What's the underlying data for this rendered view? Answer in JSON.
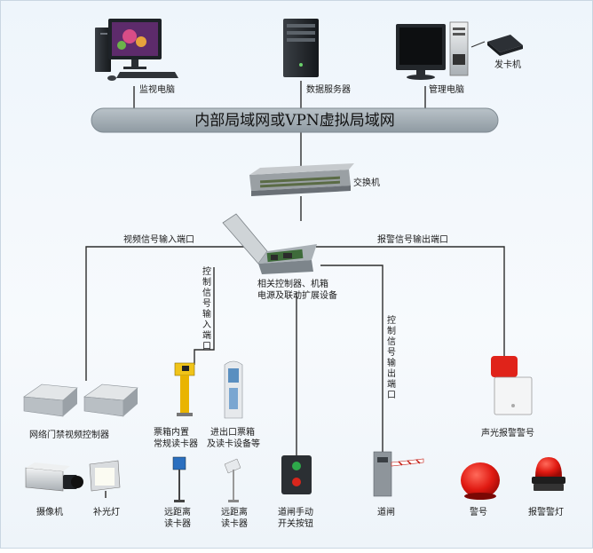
{
  "network": {
    "label": "内部局域网或VPN虚拟局域网"
  },
  "devices": {
    "monitor_pc": "监视电脑",
    "data_server": "数据服务器",
    "admin_pc": "管理电脑",
    "card_issuer": "发卡机",
    "switch": "交换机",
    "controller_line1": "相关控制器、机箱",
    "controller_line2": "电源及联动扩展设备",
    "video_controller": "网络门禁视频控制器",
    "camera": "摄像机",
    "fill_light": "补光灯",
    "ticket_box_line1": "票箱内置",
    "ticket_box_line2": "常规读卡器",
    "entry_box_line1": "进出口票箱",
    "entry_box_line2": "及读卡设备等",
    "remote_reader1_line1": "远距离",
    "remote_reader1_line2": "读卡器",
    "remote_reader2_line1": "远距离",
    "remote_reader2_line2": "读卡器",
    "gate_button_line1": "道闸手动",
    "gate_button_line2": "开关按钮",
    "barrier_gate": "道闸",
    "sound_light_alarm": "声光报警警号",
    "alarm_horn": "警号",
    "alarm_light": "报警警灯"
  },
  "ports": {
    "video_input": "视频信号输入端口",
    "alarm_output": "报警信号输出端口",
    "control_input": [
      "控",
      "制",
      "信",
      "号",
      "输",
      "入",
      "端",
      "口"
    ],
    "control_output": [
      "控",
      "制",
      "信",
      "号",
      "输",
      "出",
      "端",
      "口"
    ]
  }
}
